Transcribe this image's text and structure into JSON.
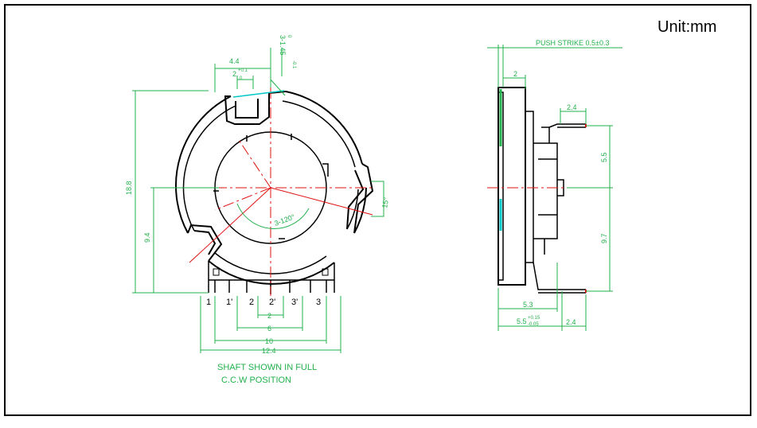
{
  "unit_label": "Unit:mm",
  "front_view": {
    "dimensions": {
      "width_top": "4.4",
      "slot_width": "2",
      "slot_tol_upper": "+0.1",
      "slot_tol_lower": "0",
      "chamfer": "3-1.45",
      "chamfer_tol_upper": "0",
      "chamfer_tol_lower": "-0.1",
      "height_total": "18.8",
      "height_center": "9.4",
      "angle_120": "3-120°",
      "angle_15": "15°",
      "pitch_2": "2",
      "pitch_6": "6",
      "pitch_10": "10",
      "pitch_12_4": "12.4"
    },
    "pin_labels": [
      "1",
      "1'",
      "2",
      "2'",
      "3'",
      "3"
    ],
    "notes": [
      "SHAFT SHOWN IN FULL",
      "C.C.W POSITION"
    ]
  },
  "side_view": {
    "dimensions": {
      "push_strike": "PUSH STRIKE 0.5±0.3",
      "top_2": "2",
      "pin_2_4_top": "2.4",
      "upper_5_5": "5.5",
      "lower_9_7": "9.7",
      "body_5_3": "5.3",
      "body_5_5": "5.5",
      "body_5_5_tol_upper": "+0.15",
      "body_5_5_tol_lower": "-0.05",
      "pin_2_4_bottom": "2.4"
    }
  },
  "colors": {
    "outline": "#000000",
    "dimension": "#22b14c",
    "centerline": "#e01010",
    "highlight": "#00c8c8"
  }
}
